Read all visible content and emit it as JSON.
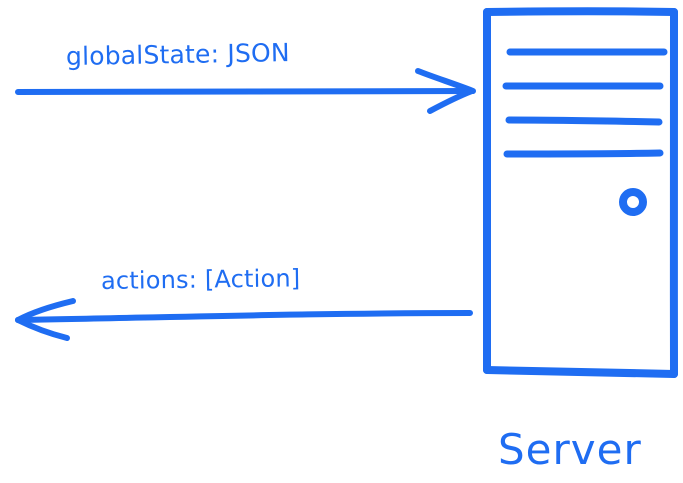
{
  "diagram": {
    "edges": [
      {
        "label": "globalState: JSON"
      },
      {
        "label": "actions: [Action]"
      }
    ],
    "server_label": "Server",
    "color": "#1f6df2"
  }
}
